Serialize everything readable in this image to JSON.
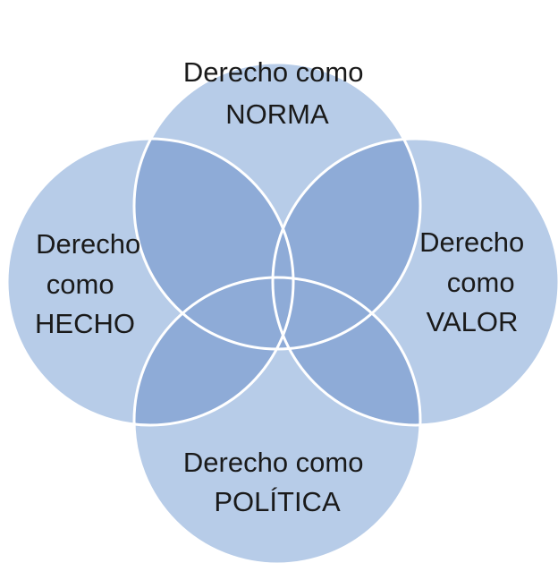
{
  "diagram": {
    "type": "venn",
    "colors": {
      "fill": "#b7cce8",
      "overlap": "#8eabd7",
      "stroke": "#ffffff",
      "text": "#1a1a1a"
    },
    "circles": [
      {
        "id": "norma",
        "lines": [
          "Derecho como",
          "NORMA"
        ]
      },
      {
        "id": "valor",
        "lines": [
          "Derecho",
          "como",
          "VALOR"
        ]
      },
      {
        "id": "politica",
        "lines": [
          "Derecho como",
          "POLÍTICA"
        ]
      },
      {
        "id": "hecho",
        "lines": [
          "Derecho",
          "como",
          "HECHO"
        ]
      }
    ]
  }
}
